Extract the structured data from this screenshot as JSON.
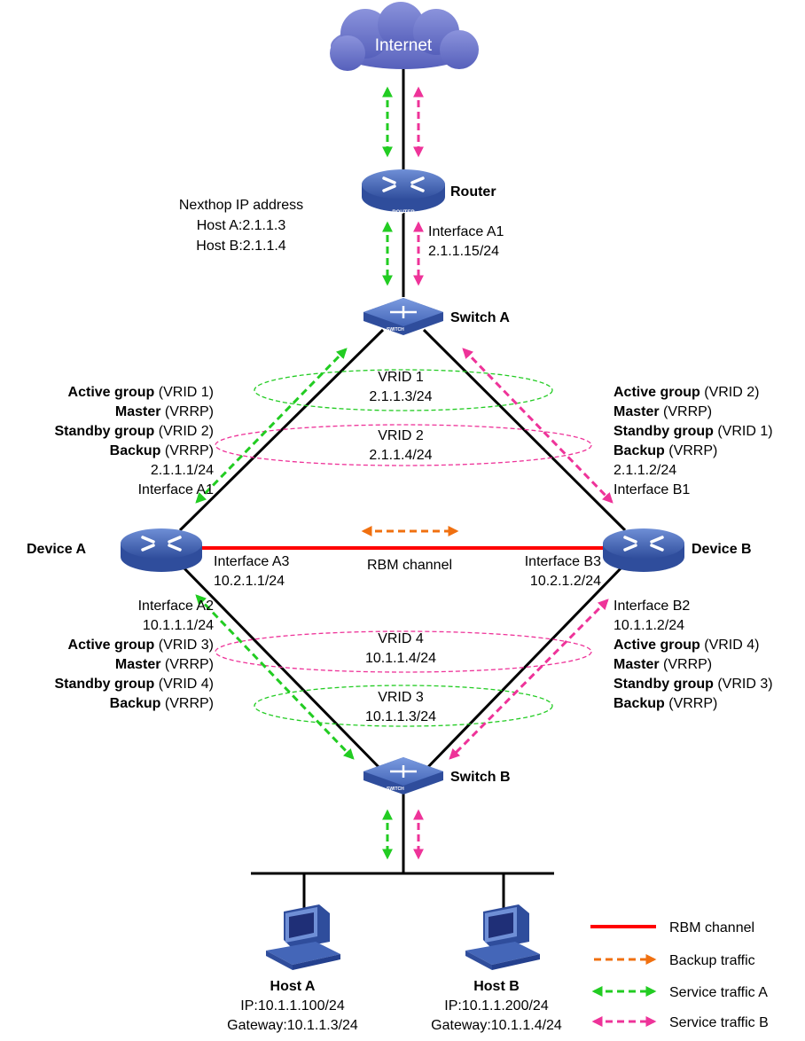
{
  "internet": {
    "label": "Internet"
  },
  "router": {
    "label": "Router",
    "icon_text": "ROUTER",
    "interface": "Interface A1",
    "ip": "2.1.1.15/24"
  },
  "nexthop": {
    "title": "Nexthop IP address",
    "host_a": "Host A:2.1.1.3",
    "host_b": "Host B:2.1.1.4"
  },
  "switch_a": {
    "label": "Switch A",
    "icon_text": "SWITCH"
  },
  "switch_b": {
    "label": "Switch B",
    "icon_text": "SWITCH"
  },
  "vrid1": {
    "name": "VRID 1",
    "ip": "2.1.1.3/24"
  },
  "vrid2": {
    "name": "VRID 2",
    "ip": "2.1.1.4/24"
  },
  "vrid3": {
    "name": "VRID 3",
    "ip": "10.1.1.3/24"
  },
  "vrid4": {
    "name": "VRID 4",
    "ip": "10.1.1.4/24"
  },
  "device_a": {
    "label": "Device A",
    "upper": [
      {
        "bold": "Active group",
        "rest": " (VRID 1)"
      },
      {
        "bold": "Master",
        "rest": " (VRRP)"
      },
      {
        "bold": "Standby group",
        "rest": " (VRID 2)"
      },
      {
        "bold": "Backup",
        "rest": " (VRRP)"
      }
    ],
    "up_ip": "2.1.1.1/24",
    "up_if": "Interface A1",
    "a3_if": "Interface A3",
    "a3_ip": "10.2.1.1/24",
    "a2_if": "Interface A2",
    "a2_ip": "10.1.1.1/24",
    "lower": [
      {
        "bold": "Active group",
        "rest": " (VRID 3)"
      },
      {
        "bold": "Master",
        "rest": " (VRRP)"
      },
      {
        "bold": "Standby group",
        "rest": " (VRID 4)"
      },
      {
        "bold": "Backup",
        "rest": " (VRRP)"
      }
    ]
  },
  "device_b": {
    "label": "Device B",
    "upper": [
      {
        "bold": "Active group",
        "rest": " (VRID 2)"
      },
      {
        "bold": "Master",
        "rest": " (VRRP)"
      },
      {
        "bold": "Standby group",
        "rest": " (VRID 1)"
      },
      {
        "bold": "Backup",
        "rest": " (VRRP)"
      }
    ],
    "up_ip": "2.1.1.2/24",
    "up_if": "Interface B1",
    "b3_if": "Interface B3",
    "b3_ip": "10.2.1.2/24",
    "b2_if": "Interface B2",
    "b2_ip": "10.1.1.2/24",
    "lower": [
      {
        "bold": "Active group",
        "rest": " (VRID 4)"
      },
      {
        "bold": "Master",
        "rest": " (VRRP)"
      },
      {
        "bold": "Standby group",
        "rest": " (VRID 3)"
      },
      {
        "bold": "Backup",
        "rest": " (VRRP)"
      }
    ]
  },
  "rbm": {
    "label": "RBM channel"
  },
  "host_a": {
    "name": "Host A",
    "ip": "IP:10.1.1.100/24",
    "gateway": "Gateway:10.1.1.3/24"
  },
  "host_b": {
    "name": "Host B",
    "ip": "IP:10.1.1.200/24",
    "gateway": "Gateway:10.1.1.4/24"
  },
  "legend": [
    {
      "label": "RBM channel",
      "color": "#ff0000",
      "style": "solid"
    },
    {
      "label": "Backup traffic",
      "color": "#f07010",
      "style": "dashed"
    },
    {
      "label": "Service traffic A",
      "color": "#22cc22",
      "style": "dashed"
    },
    {
      "label": "Service traffic B",
      "color": "#ee3399",
      "style": "dashed"
    }
  ],
  "colors": {
    "green": "#22cc22",
    "pink": "#ee3399",
    "orange": "#f07010",
    "red": "#ff0000",
    "device": "#3a5aa8",
    "cloud": "#6a74c8"
  }
}
